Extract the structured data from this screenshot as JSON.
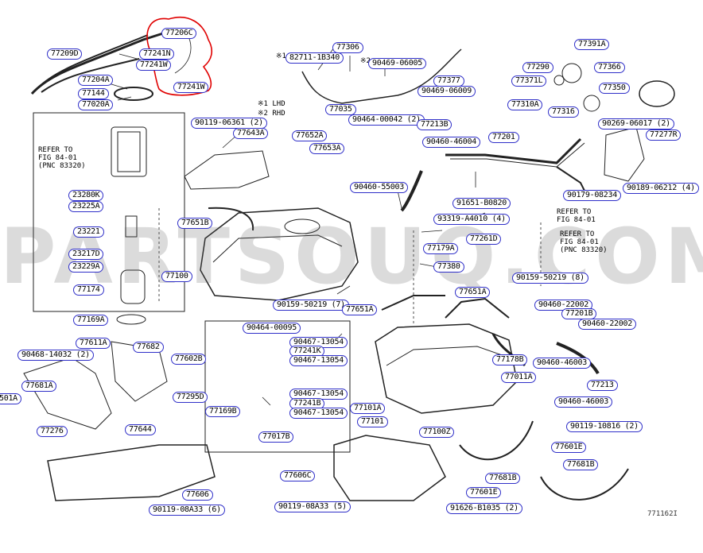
{
  "watermark": "PARTSOUQ.COM",
  "figure_id": "771162I",
  "notes": {
    "lhd": "※1 LHD",
    "rhd": "※2 RHD",
    "ref1": "REFER TO\nFIG 84-01\n(PNC 83320)",
    "ref2": "REFER TO\nFIG 84-01",
    "ref3": "REFER TO\nFIG 84-01\n(PNC 83320)"
  },
  "markers": {
    "m1": "※1",
    "m2": "※2"
  },
  "colors": {
    "callout_border": "#2f2fc8",
    "highlight": "#e00000"
  },
  "callouts": [
    "77206C",
    "77209D",
    "77241N",
    "77241W",
    "77241W",
    "77204A",
    "77144",
    "77020A",
    "77306",
    "82711-1B340",
    "90469-06005",
    "77377",
    "90469-06009",
    "77035",
    "90464-00042 (2)",
    "77391A",
    "77290",
    "77366",
    "77371L",
    "77350",
    "77310A",
    "77316",
    "90269-06017 (2)",
    "77277R",
    "90119-06361 (2)",
    "77643A",
    "77652A",
    "77653A",
    "77213B",
    "90460-46004",
    "77201",
    "90460-55003",
    "91651-B0820",
    "90179-08234",
    "90189-06212 (4)",
    "23280K",
    "23225A",
    "23221",
    "23217D",
    "23229A",
    "77174",
    "77169A",
    "77651B",
    "93319-A4010 (4)",
    "77179A",
    "77261D",
    "77380",
    "77100",
    "90159-50219 (8)",
    "90159-50219 (7)",
    "77651A",
    "77651A",
    "90460-22002",
    "77201B",
    "90460-22002",
    "90464-00095",
    "90467-13054",
    "77241K",
    "90467-13054",
    "77611A",
    "90468-14032 (2)",
    "77682",
    "77602B",
    "77178B",
    "77011A",
    "90460-46003",
    "77213",
    "90460-46003",
    "501A",
    "77681A",
    "77295D",
    "90467-13054",
    "77241B",
    "90467-13054",
    "77169B",
    "77101A",
    "77101",
    "77100Z",
    "90119-10816 (2)",
    "77276",
    "77644",
    "77017B",
    "77601E",
    "77681B",
    "77681B",
    "77601E",
    "77606C",
    "77606",
    "90119-08A33 (6)",
    "90119-08A33 (5)",
    "91626-B1035 (2)"
  ]
}
